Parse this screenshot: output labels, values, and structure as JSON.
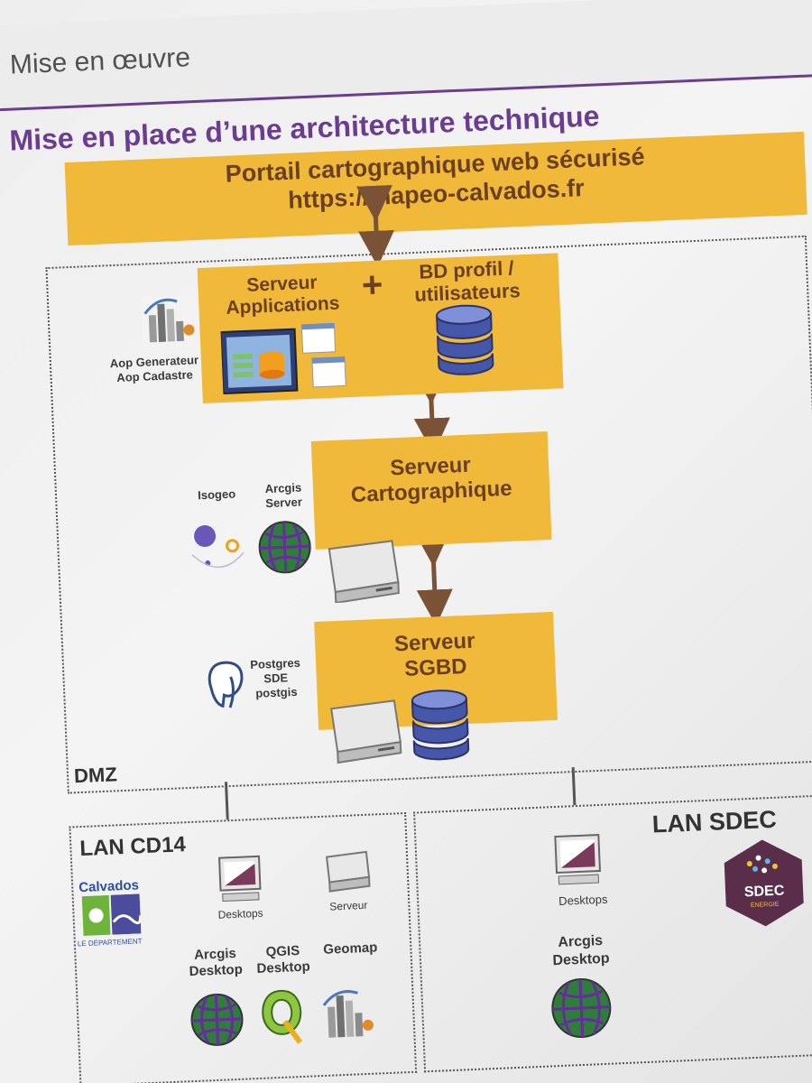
{
  "header": {
    "section_title": "Mise en œuvre",
    "subtitle": "Mise en place d’une architecture technique"
  },
  "portal": {
    "title": "Portail cartographique web sécurisé",
    "url": "https://mapeo-calvados.fr"
  },
  "app_server": {
    "title_line1": "Serveur",
    "title_line2": "Applications",
    "plus": "+",
    "db_line1": "BD profil /",
    "db_line2": "utilisateurs",
    "side_label_line1": "Aop Generateur",
    "side_label_line2": "Aop Cadastre"
  },
  "carto_server": {
    "title_line1": "Serveur",
    "title_line2": "Cartographique",
    "isogeo": "Isogeo",
    "arcgis_line1": "Arcgis",
    "arcgis_line2": "Server"
  },
  "db_server": {
    "title_line1": "Serveur",
    "title_line2": "SGBD",
    "pg_line1": "Postgres",
    "pg_line2": "SDE",
    "pg_line3": "postgis"
  },
  "dmz_label": "DMZ",
  "lan_cd14": {
    "title": "LAN CD14",
    "brand": "Calvados",
    "brand_sub": "LE DÉPARTEMENT",
    "desktops": "Desktops",
    "serveur": "Serveur",
    "arcgis_line1": "Arcgis",
    "arcgis_line2": "Desktop",
    "qgis_line1": "QGIS",
    "qgis_line2": "Desktop",
    "geomap": "Geomap"
  },
  "lan_sdec": {
    "title": "LAN SDEC",
    "desktops": "Desktops",
    "arcgis_line1": "Arcgis",
    "arcgis_line2": "Desktop",
    "logo_text": "SDEC",
    "logo_sub": "ÉNERGIE"
  },
  "colors": {
    "yellow": "#f0b93a",
    "brown_text": "#6b4020",
    "purple": "#6a3d91",
    "arrow": "#7a5236"
  }
}
